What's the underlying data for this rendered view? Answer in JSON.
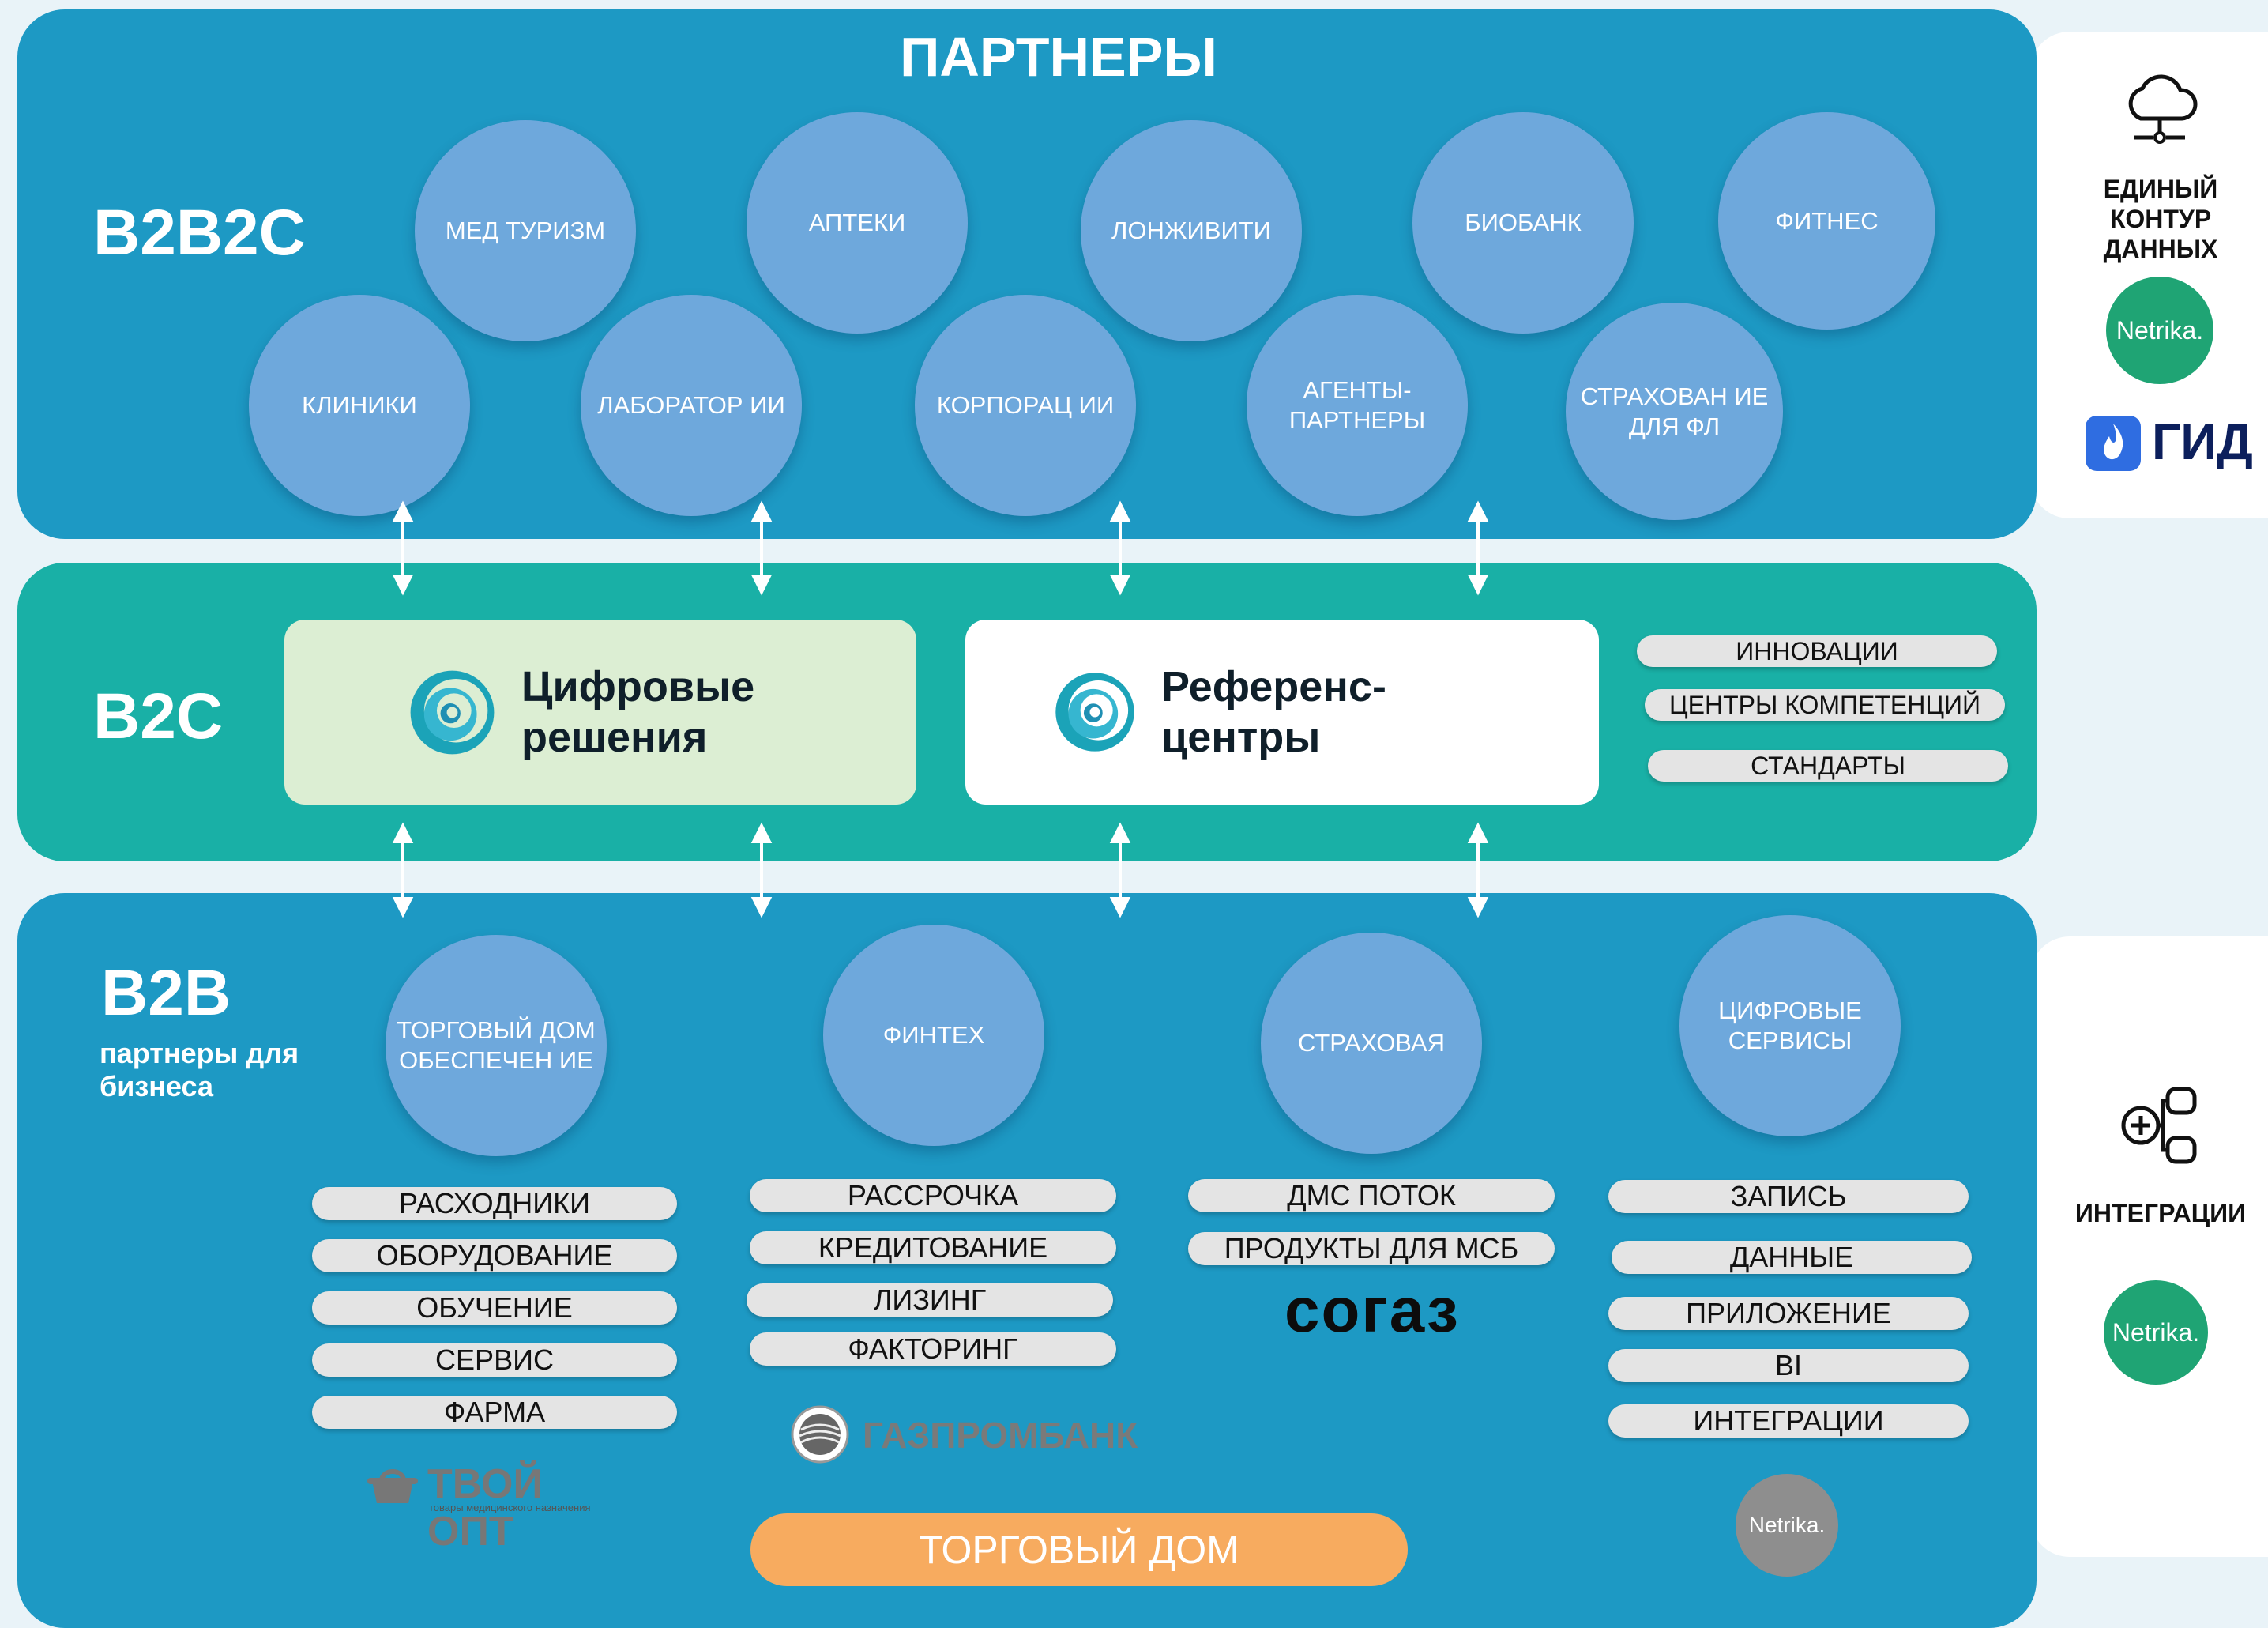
{
  "colors": {
    "panel_blue": "#1d99c4",
    "panel_teal": "#19b0a6",
    "circle": "#6ea8dc",
    "pill": "#e4e4e4",
    "card_green": "#dceed3",
    "cta_orange": "#f7ab5f",
    "netrika_green": "#1fa474",
    "netrika_grey": "#8e8e8e"
  },
  "top": {
    "title": "ПАРТНЕРЫ",
    "level": "B2B2C",
    "partners": [
      "МЕД ТУРИЗМ",
      "АПТЕКИ",
      "ЛОНЖИВИТИ",
      "БИОБАНК",
      "ФИТНЕС",
      "КЛИНИКИ",
      "ЛАБОРАТОР ИИ",
      "КОРПОРАЦ ИИ",
      "АГЕНТЫ- ПАРТНЕРЫ",
      "СТРАХОВАН ИЕ ДЛЯ ФЛ"
    ]
  },
  "middle": {
    "level": "B2C",
    "card1": "Цифровые решения",
    "card2": "Референс- центры",
    "pills": [
      "ИННОВАЦИИ",
      "ЦЕНТРЫ КОМПЕТЕНЦИЙ",
      "СТАНДАРТЫ"
    ]
  },
  "bottom": {
    "level": "B2B",
    "level_sub": "партнеры для бизнеса",
    "groups": [
      {
        "circle": "ТОРГОВЫЙ ДОМ ОБЕСПЕЧЕН ИЕ",
        "items": [
          "РАСХОДНИКИ",
          "ОБОРУДОВАНИЕ",
          "ОБУЧЕНИЕ",
          "СЕРВИС",
          "ФАРМА"
        ],
        "logo": "ТВОЙ ОПТ",
        "logo_sub": "товары медицинского назначения"
      },
      {
        "circle": "ФИНТЕХ",
        "items": [
          "РАССРОЧКА",
          "КРЕДИТОВАНИЕ",
          "ЛИЗИНГ",
          "ФАКТОРИНГ"
        ],
        "logo": "ГАЗПРОМБАНК"
      },
      {
        "circle": "СТРАХОВАЯ",
        "items": [
          "ДМС ПОТОК",
          "ПРОДУКТЫ ДЛЯ МСБ"
        ],
        "logo": "согаз"
      },
      {
        "circle": "ЦИФРОВЫЕ СЕРВИСЫ",
        "items": [
          "ЗАПИСЬ",
          "ДАННЫЕ",
          "ПРИЛОЖЕНИЕ",
          "BI",
          "ИНТЕГРАЦИИ"
        ],
        "logo": "Netrika."
      }
    ],
    "cta": "ТОРГОВЫЙ ДОМ"
  },
  "side_top": {
    "icon": "cloud-network-icon",
    "label": "ЕДИНЫЙ КОНТУР ДАННЫХ",
    "netrika": "Netrika.",
    "gid": "ГИД"
  },
  "side_bottom": {
    "icon": "integration-icon",
    "label": "ИНТЕГРАЦИИ",
    "netrika": "Netrika."
  }
}
